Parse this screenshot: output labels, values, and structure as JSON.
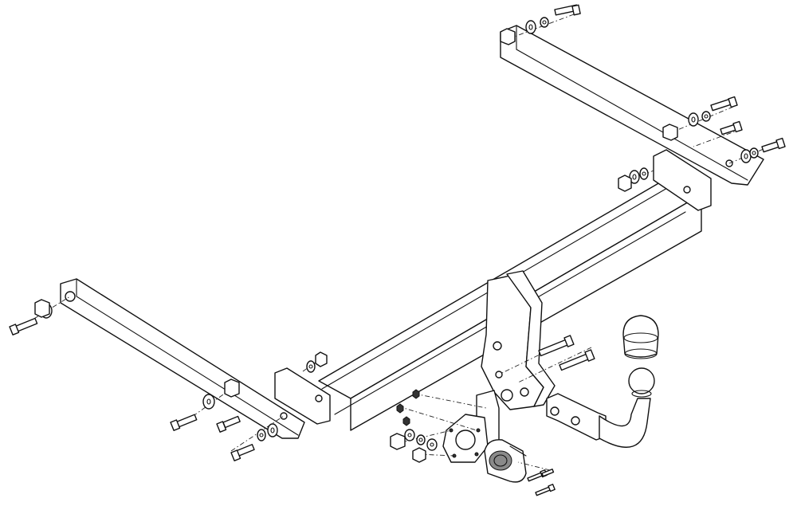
{
  "diagram": {
    "type": "exploded-assembly",
    "parts": [
      "crossbar",
      "mounting-bracket-left",
      "mounting-bracket-right",
      "drop-plate",
      "tow-ball-neck",
      "tow-ball-cover",
      "electric-socket",
      "socket-plate",
      "bolts",
      "washers",
      "nuts"
    ]
  }
}
